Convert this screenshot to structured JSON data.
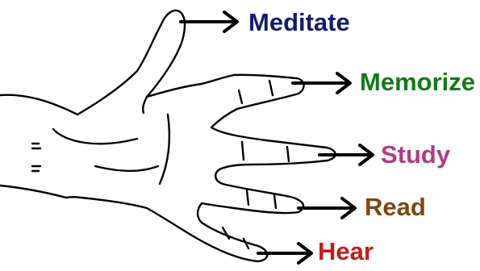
{
  "labels": [
    {
      "text": "Meditate",
      "color": "#141a6e"
    },
    {
      "text": "Memorize",
      "color": "#137a17"
    },
    {
      "text": "Study",
      "color": "#b23a86"
    },
    {
      "text": "Read",
      "color": "#7a4a16"
    },
    {
      "text": "Hear",
      "color": "#c31c1c"
    }
  ]
}
